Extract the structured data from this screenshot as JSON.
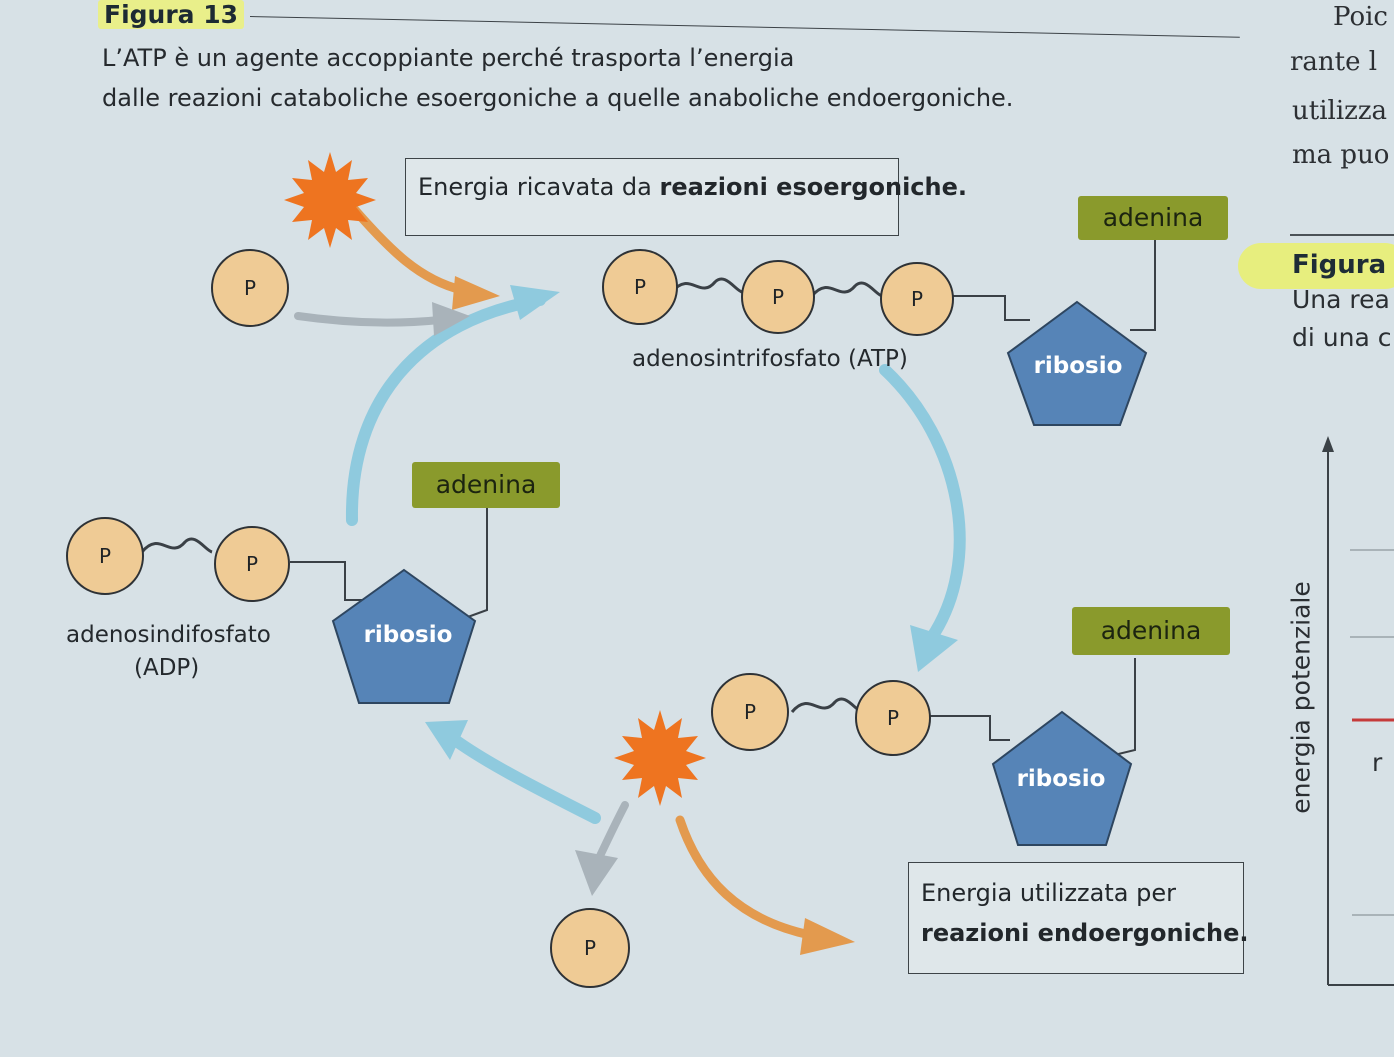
{
  "header": {
    "figure_title": "Figura 13",
    "caption_line1": "L’ATP è un agente accoppiante perché trasporta l’energia",
    "caption_line2": "dalle reazioni cataboliche esoergoniche a quelle anaboliche endoergoniche."
  },
  "right_column": {
    "line1": "Poic",
    "line2": "rante l",
    "line3": "utilizza",
    "line4": "ma puo",
    "figure_label": "Figura",
    "caption1": "Una rea",
    "caption2": "di una c",
    "axis_label": "energia potenziale",
    "fragment": "r"
  },
  "diagram": {
    "energy_in_box": {
      "prefix": "Energia ricavata da ",
      "bold": "reazioni esoergoniche."
    },
    "energy_out_box": {
      "line1": "Energia utilizzata per",
      "line2": "reazioni endoergoniche."
    },
    "phosphate_label": "P",
    "adenine_label": "adenina",
    "ribose_label": "ribosio",
    "atp_label": "adenosintrifosfato (ATP)",
    "adp_label_line1": "adenosindifosfato",
    "adp_label_line2": "(ADP)"
  },
  "colors": {
    "phosphate_fill": "#efcb95",
    "ribose_fill": "#5684b7",
    "adenine_fill": "#8a9a2c",
    "cycle_arrow": "#8fcade",
    "energy_arrow": "#e39a4e",
    "phosphate_arrow": "#a9b3ba",
    "sun": "#ee7420",
    "highlight": "#e9ef8a"
  },
  "icons": [
    "sun-icon"
  ]
}
